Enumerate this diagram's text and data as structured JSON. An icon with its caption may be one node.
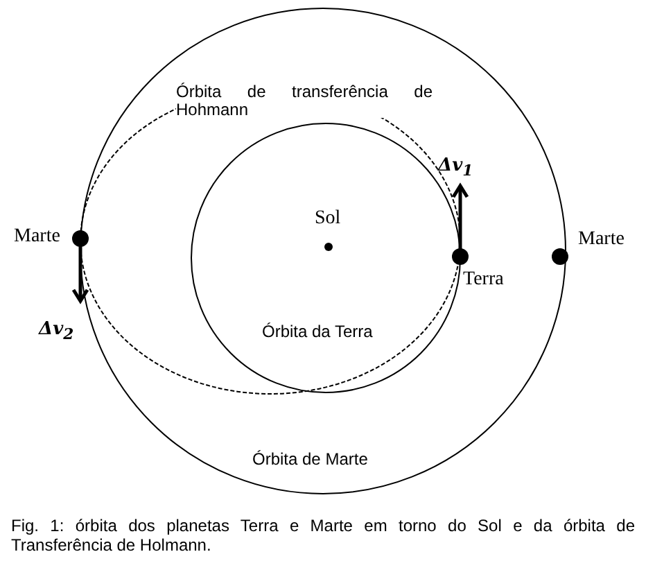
{
  "diagram": {
    "caption": "Fig. 1: órbita dos planetas Terra e Marte em torno do Sol e da órbita de Transferência de Holmann.",
    "labels": [
      "Órbita de transferência de Hohmann",
      "Δv$_{1}$",
      "Marte",
      "Sol",
      "Marte",
      "Terra",
      "Δv$_{2}$",
      "Órbita da Terra",
      "Órbita de Marte"
    ]
  }
}
